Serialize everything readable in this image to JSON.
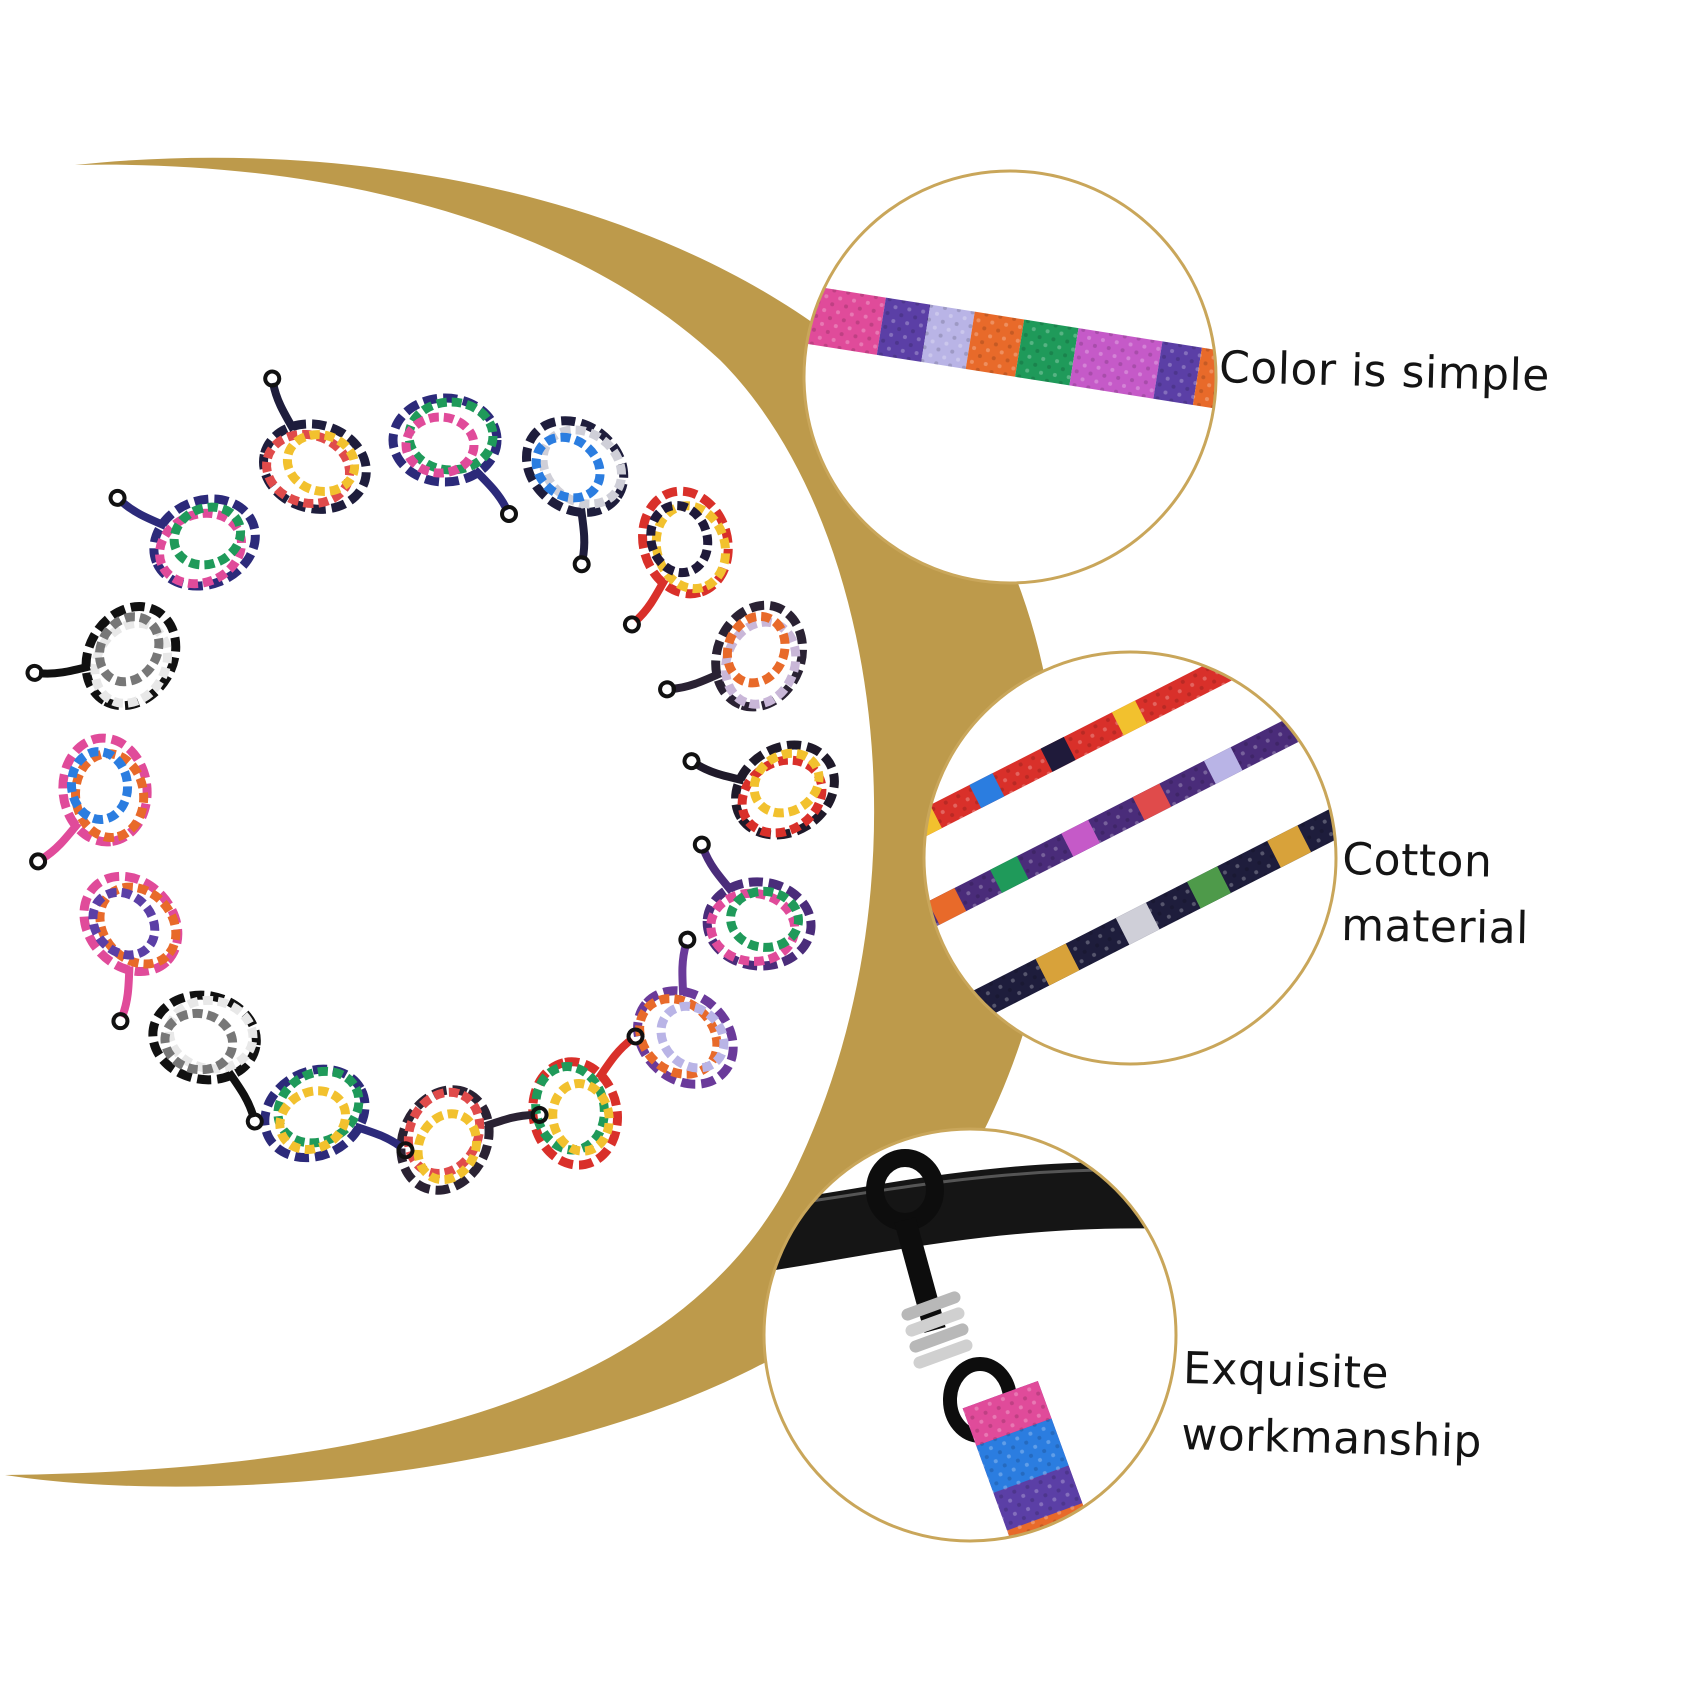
{
  "colors": {
    "accent_gold": "#bd9a4b",
    "circle_border": "#c9a65a",
    "background": "#ffffff",
    "text": "#141414"
  },
  "features": [
    {
      "lines": [
        "Color is simple"
      ],
      "icon": "cord-closeup-pattern"
    },
    {
      "lines": [
        "Cotton",
        "material"
      ],
      "icon": "cord-closeup-three-strands"
    },
    {
      "lines": [
        "Exquisite",
        "workmanship"
      ],
      "icon": "cord-closeup-rubber-loop"
    }
  ],
  "product": {
    "icon": "coiled-lanyard-ring",
    "count": 16
  }
}
